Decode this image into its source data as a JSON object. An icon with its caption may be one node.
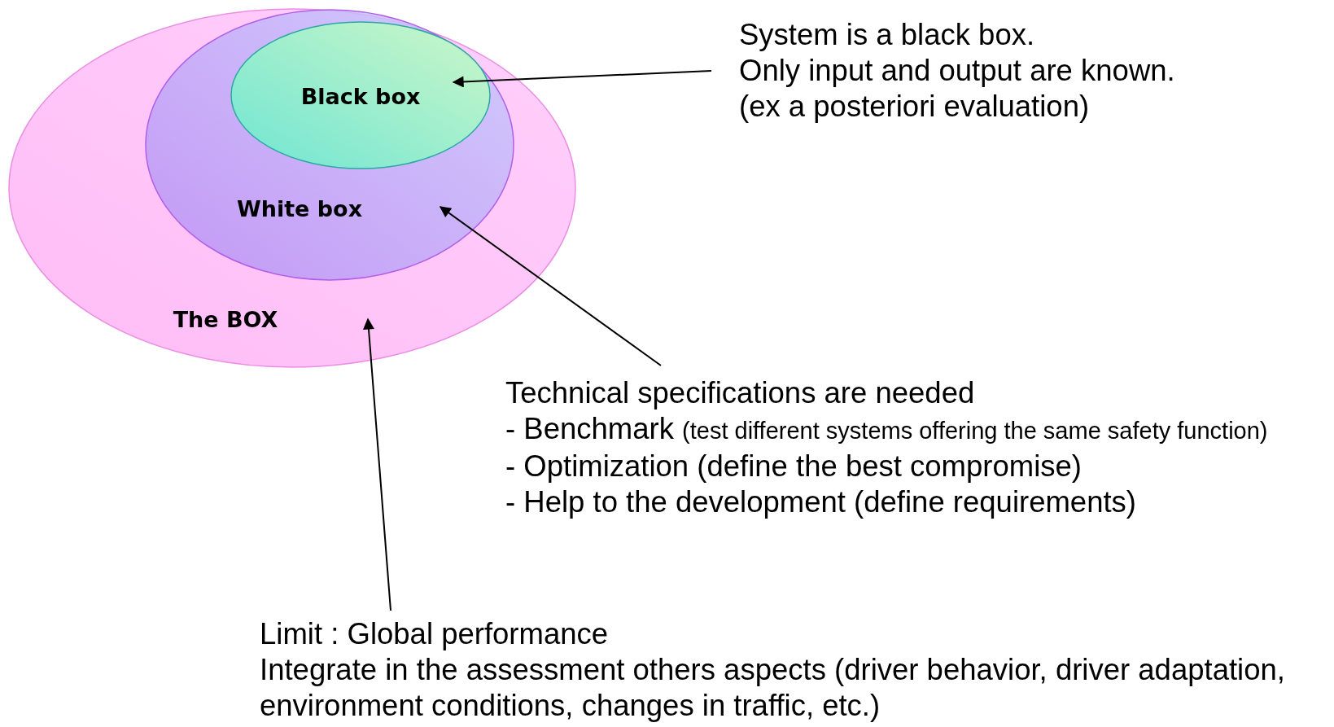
{
  "diagram": {
    "nodes": [
      {
        "text": [
          "The BOX"
        ]
      },
      {
        "text": [
          "White box"
        ],
        "in": 0
      },
      {
        "text": [
          "Black box"
        ],
        "in": 1
      },
      {
        "text": [
          "System is a black box.",
          "Only input and output are known.",
          "(ex a posteriori evaluation)"
        ]
      },
      {
        "text": [
          "Technical specifications are needed",
          "- Benchmark",
          "(test different systems offering the same safety function)",
          "- Optimization (define the best compromise)",
          "- Help to the development (define requirements)"
        ]
      },
      {
        "text": [
          "Limit : Global performance",
          "Integrate in the assessment others aspects (driver behavior, driver adaptation, environment conditions, changes in traffic, etc.)"
        ]
      }
    ],
    "edges": [
      {
        "from": 3,
        "to": 2,
        "arrow": "to"
      },
      {
        "from": 4,
        "to": 1,
        "arrow": "to"
      },
      {
        "from": 5,
        "to": 0,
        "arrow": "to"
      }
    ]
  }
}
